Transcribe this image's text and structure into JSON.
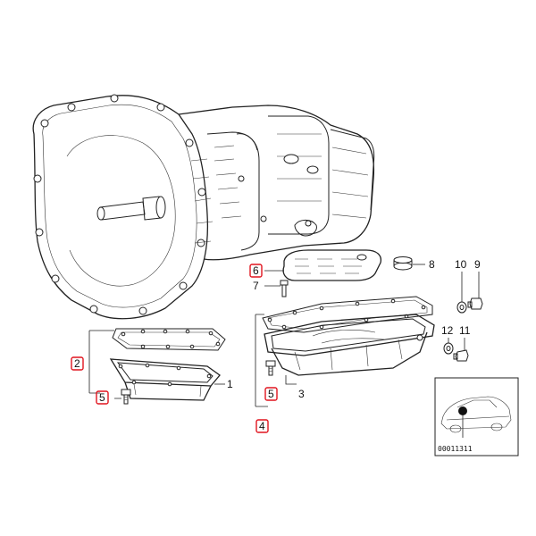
{
  "callouts": {
    "c1": "1",
    "c2": "2",
    "c3": "3",
    "c4": "4",
    "c5a": "5",
    "c5b": "5",
    "c6": "6",
    "c7": "7",
    "c8": "8",
    "c9": "9",
    "c10": "10",
    "c11": "11",
    "c12": "12"
  },
  "highlighted_callouts": [
    "2",
    "4",
    "5",
    "6"
  ],
  "highlight_color": "#e0141e",
  "line_color": "#222222",
  "background_color": "#ffffff",
  "inset": {
    "code": "00011311",
    "icon": "car-locator-icon"
  }
}
